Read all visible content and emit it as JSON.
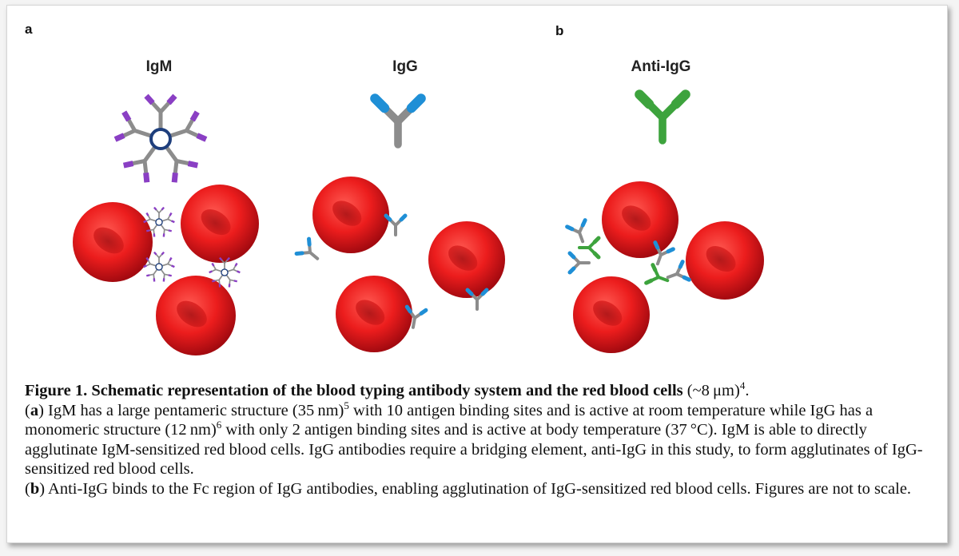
{
  "panels": {
    "a_label": "a",
    "b_label": "b",
    "antibodies": {
      "igm": "IgM",
      "igg": "IgG",
      "anti_igg": "Anti-IgG"
    }
  },
  "colors": {
    "rbc": "#e8141c",
    "stem": "#8c8c8c",
    "igm_tip": "#8a3fc4",
    "igg_tip": "#1f8fd6",
    "anti_igg": "#3da33d",
    "ring": "#1e3e7c"
  },
  "caption": {
    "title": "Figure 1.  Schematic representation of the blood typing antibody system and the red blood cells",
    "title_tail": "(~8 μm)",
    "ref4": "4",
    "title_end": ".",
    "a_open": "(",
    "a_letter": "a",
    "a_close": ")",
    "a_t1": " IgM has a large pentameric structure (35 nm)",
    "ref5": "5",
    "a_t2": " with 10 antigen binding sites and is active at room temperature while IgG has a monomeric structure (12 nm)",
    "ref6": "6",
    "a_t3": " with only 2 antigen binding sites and is active at body temperature (37 °C). IgM is able to directly agglutinate IgM-sensitized red blood cells. IgG antibodies require a bridging element, anti-IgG in this study, to form agglutinates of IgG-sensitized red blood cells.",
    "b_open": "(",
    "b_letter": "b",
    "b_close": ")",
    "b_text": " Anti-IgG binds to the Fc region of IgG antibodies, enabling agglutination of IgG-sensitized red blood cells. Figures are not to scale."
  }
}
